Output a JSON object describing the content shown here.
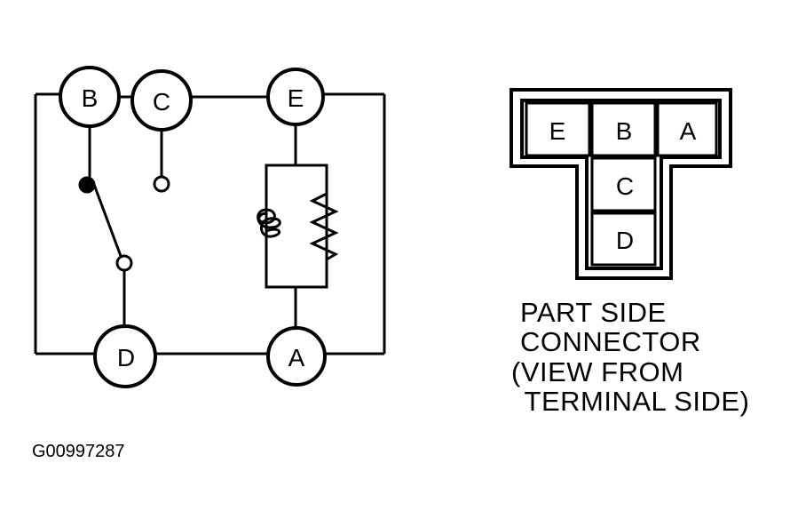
{
  "schematic": {
    "terminals": {
      "B": "B",
      "C": "C",
      "E": "E",
      "D": "D",
      "A": "A"
    }
  },
  "connector": {
    "cells": {
      "E": "E",
      "B": "B",
      "A": "A",
      "C": "C",
      "D": "D"
    },
    "caption_lines": [
      "PART SIDE",
      "CONNECTOR",
      "(VIEW FROM",
      " TERMINAL SIDE)"
    ]
  },
  "figure_code": "G00997287",
  "colors": {
    "ink": "#000000",
    "background": "#ffffff"
  }
}
